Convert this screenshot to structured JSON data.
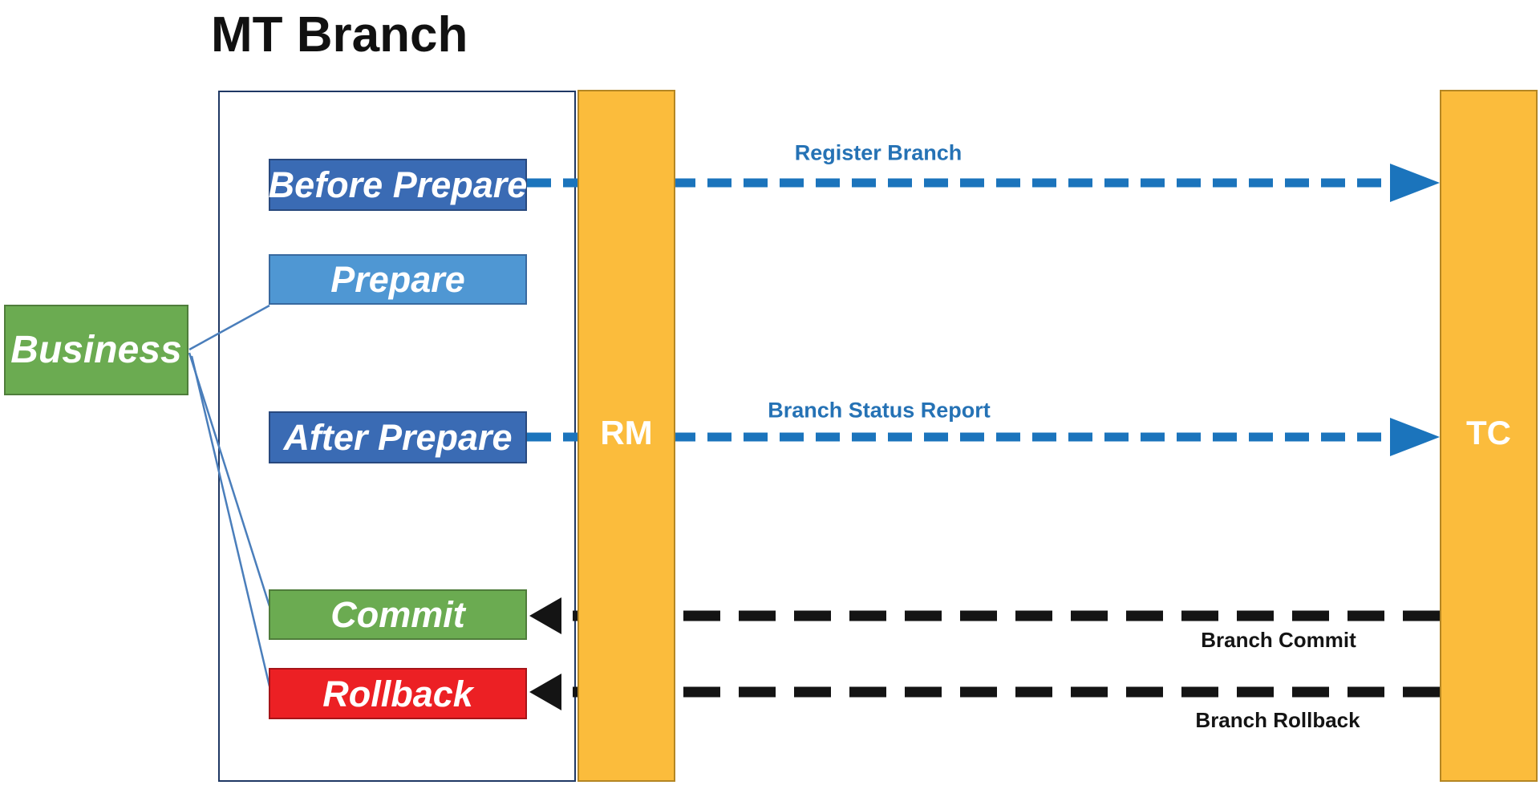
{
  "title": "MT Branch",
  "business": {
    "label": "Business"
  },
  "bars": {
    "rm": "RM",
    "tc": "TC"
  },
  "stages": [
    {
      "label": "Before Prepare"
    },
    {
      "label": "Prepare"
    },
    {
      "label": "After Prepare"
    },
    {
      "label": "Commit"
    },
    {
      "label": "Rollback"
    }
  ],
  "messages": {
    "register_branch": "Register Branch",
    "branch_status_report": "Branch Status Report",
    "branch_commit": "Branch Commit",
    "branch_rollback": "Branch Rollback"
  },
  "colors": {
    "stage_blue_dark": "#3A6BB4",
    "stage_blue_light": "#4F97D3",
    "green": "#6BAB51",
    "red": "#EC2024",
    "bar_orange": "#FBBC3C",
    "arrow_blue": "#1B74BC",
    "arrow_black": "#141414",
    "connector_blue": "#4A7EBB",
    "label_blue": "#2572B5"
  }
}
